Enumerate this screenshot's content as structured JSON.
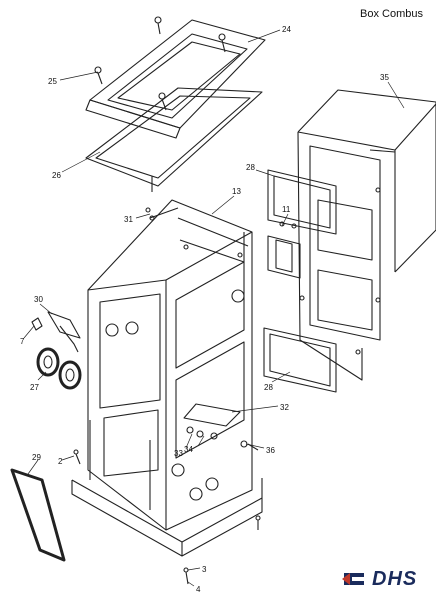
{
  "title": "Box Combus",
  "brand": {
    "text": "DHS",
    "color": "#1a2b5c"
  },
  "callouts": [
    {
      "id": "c24",
      "label": "24"
    },
    {
      "id": "c25",
      "label": "25"
    },
    {
      "id": "c35",
      "label": "35"
    },
    {
      "id": "c26",
      "label": "26"
    },
    {
      "id": "c13",
      "label": "13"
    },
    {
      "id": "c28a",
      "label": "28"
    },
    {
      "id": "c31",
      "label": "31"
    },
    {
      "id": "c11",
      "label": "11"
    },
    {
      "id": "c30",
      "label": "30"
    },
    {
      "id": "c7",
      "label": "7"
    },
    {
      "id": "c27",
      "label": "27"
    },
    {
      "id": "c28b",
      "label": "28"
    },
    {
      "id": "c32",
      "label": "32"
    },
    {
      "id": "c33",
      "label": "33"
    },
    {
      "id": "c34",
      "label": "34"
    },
    {
      "id": "c36",
      "label": "36"
    },
    {
      "id": "c2",
      "label": "2"
    },
    {
      "id": "c29",
      "label": "29"
    },
    {
      "id": "c3",
      "label": "3"
    },
    {
      "id": "c4",
      "label": "4"
    }
  ]
}
